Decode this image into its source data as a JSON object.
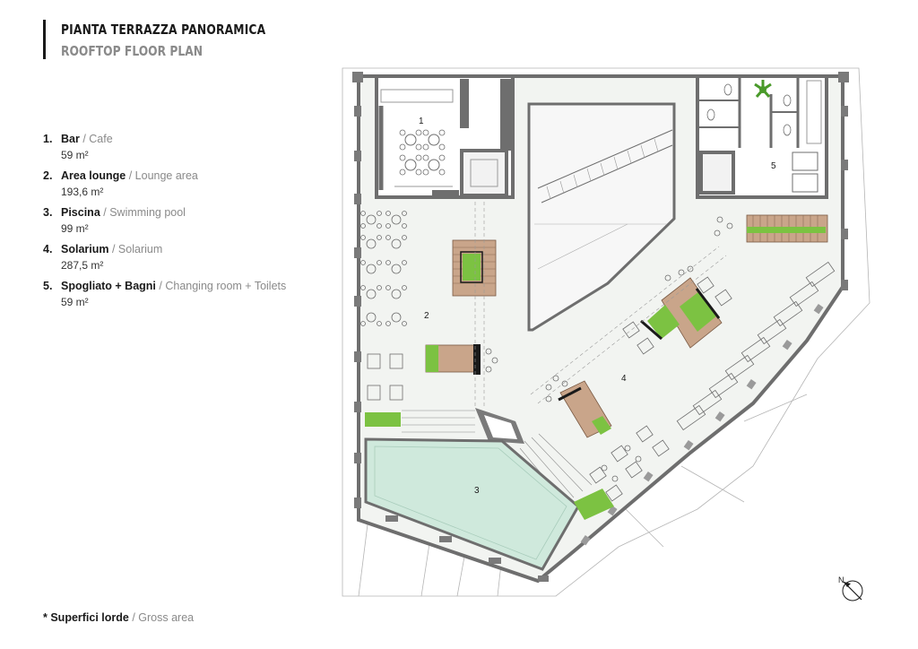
{
  "header": {
    "title": "PIANTA TERRAZZA PANORAMICA",
    "subtitle": "ROOFTOP FLOOR PLAN"
  },
  "legend": [
    {
      "num": "1.",
      "it": "Bar",
      "sep": " / ",
      "en": "Cafe",
      "area": "59 m²"
    },
    {
      "num": "2.",
      "it": "Area lounge",
      "sep": " / ",
      "en": "Lounge area",
      "area": "193,6 m²"
    },
    {
      "num": "3.",
      "it": "Piscina",
      "sep": " / ",
      "en": "Swimming pool",
      "area": "99 m²"
    },
    {
      "num": "4.",
      "it": "Solarium",
      "sep": " / ",
      "en": "Solarium",
      "area": "287,5 m²"
    },
    {
      "num": "5.",
      "it": "Spogliato + Bagni",
      "sep": " / ",
      "en": "Changing room + Toilets",
      "area": "59 m²"
    }
  ],
  "footnote": {
    "star": "* ",
    "it": "Superfici lorde",
    "sep": " / ",
    "en": "Gross area"
  },
  "plan": {
    "room_labels": [
      "1",
      "2",
      "3",
      "4",
      "5"
    ],
    "north_label": "N",
    "colors": {
      "floor": "#f2f4f1",
      "wall": "#6e6e6e",
      "pool": "#cfe9dc",
      "grass": "#7cc242",
      "wood": "#c9a58a",
      "line": "#8c8c8c"
    }
  }
}
